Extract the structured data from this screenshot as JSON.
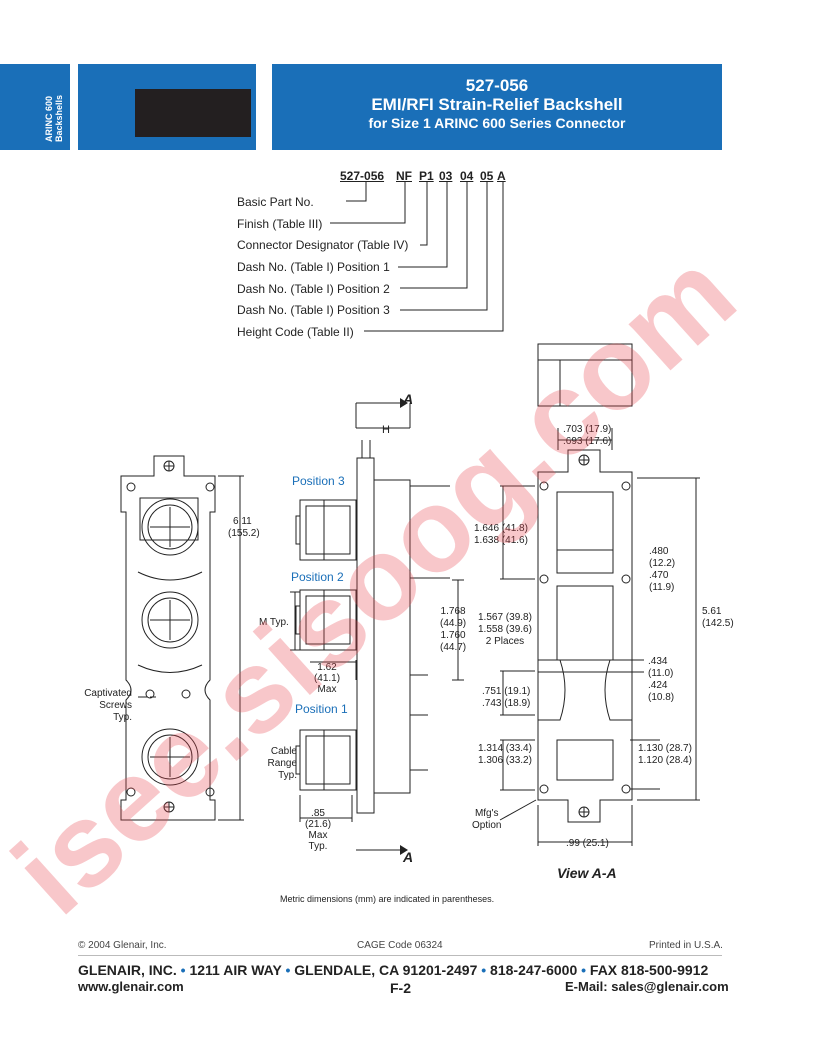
{
  "side_tab": {
    "line1": "ARINC 600",
    "line2": "Backshells"
  },
  "header": {
    "line1": "527-056",
    "line2": "EMI/RFI Strain-Relief Backshell",
    "line3": "for Size 1 ARINC 600 Series Connector"
  },
  "part_number": {
    "segments": [
      "527-056",
      "NF",
      "P1",
      "03",
      "04",
      "05",
      "A"
    ],
    "labels": [
      "Basic Part No.",
      "Finish (Table III)",
      "Connector Designator (Table IV)",
      "Dash No. (Table I) Position 1",
      "Dash No. (Table I) Position 2",
      "Dash No. (Table I) Position 3",
      "Height Code (Table II)"
    ]
  },
  "drawing": {
    "section_letter": "A",
    "h_label": "H",
    "positions": [
      "Position 3",
      "Position 2",
      "Position 1"
    ],
    "left_view": {
      "dim_6_11": "6.11",
      "dim_155_2": "(155.2)",
      "captivated": [
        "Captivated",
        "Screws",
        "Typ."
      ]
    },
    "m_typ": "M Typ.",
    "cable_range": [
      "Cable",
      "Range Typ."
    ],
    "dim_1_62": [
      "1.62",
      "(41.1)",
      "Max"
    ],
    "dim_85": [
      ".85",
      "(21.6)",
      "Max",
      "Typ."
    ],
    "dim_1_646": [
      "1.646 (41.8)",
      "1.638 (41.6)"
    ],
    "dim_1_768": [
      "1.768",
      "(44.9)",
      "1.760",
      "(44.7)"
    ],
    "dim_1_567": [
      "1.567 (39.8)",
      "1.558 (39.6)",
      "2 Places"
    ],
    "dim_751": [
      ".751 (19.1)",
      ".743 (18.9)"
    ],
    "dim_1_314": [
      "1.314 (33.4)",
      "1.306 (33.2)"
    ],
    "dim_703": [
      ".703 (17.9)",
      ".693 (17.6)"
    ],
    "dim_480": [
      ".480",
      "(12.2)",
      ".470",
      "(11.9)"
    ],
    "dim_5_61": [
      "5.61",
      "(142.5)"
    ],
    "dim_434": [
      ".434",
      "(11.0)",
      ".424",
      "(10.8)"
    ],
    "dim_1_130": [
      "1.130 (28.7)",
      "1.120 (28.4)"
    ],
    "mfg": [
      "Mfg's",
      "Option"
    ],
    "dim_99": ".99 (25.1)",
    "view_label": "View A-A"
  },
  "metric_note": "Metric dimensions (mm) are indicated in parentheses.",
  "footer": {
    "copyright": "© 2004 Glenair, Inc.",
    "cage": "CAGE Code 06324",
    "printed": "Printed in U.S.A.",
    "address_parts": [
      "GLENAIR, INC.",
      "1211 AIR WAY",
      "GLENDALE, CA 91201-2497",
      "818-247-6000",
      "FAX 818-500-9912"
    ],
    "web": "www.glenair.com",
    "page": "F-2",
    "email": "E-Mail: sales@glenair.com"
  },
  "watermark": "isee.sisoog.com",
  "colors": {
    "brand_blue": "#1a6fb8",
    "watermark": "#e8474f"
  }
}
